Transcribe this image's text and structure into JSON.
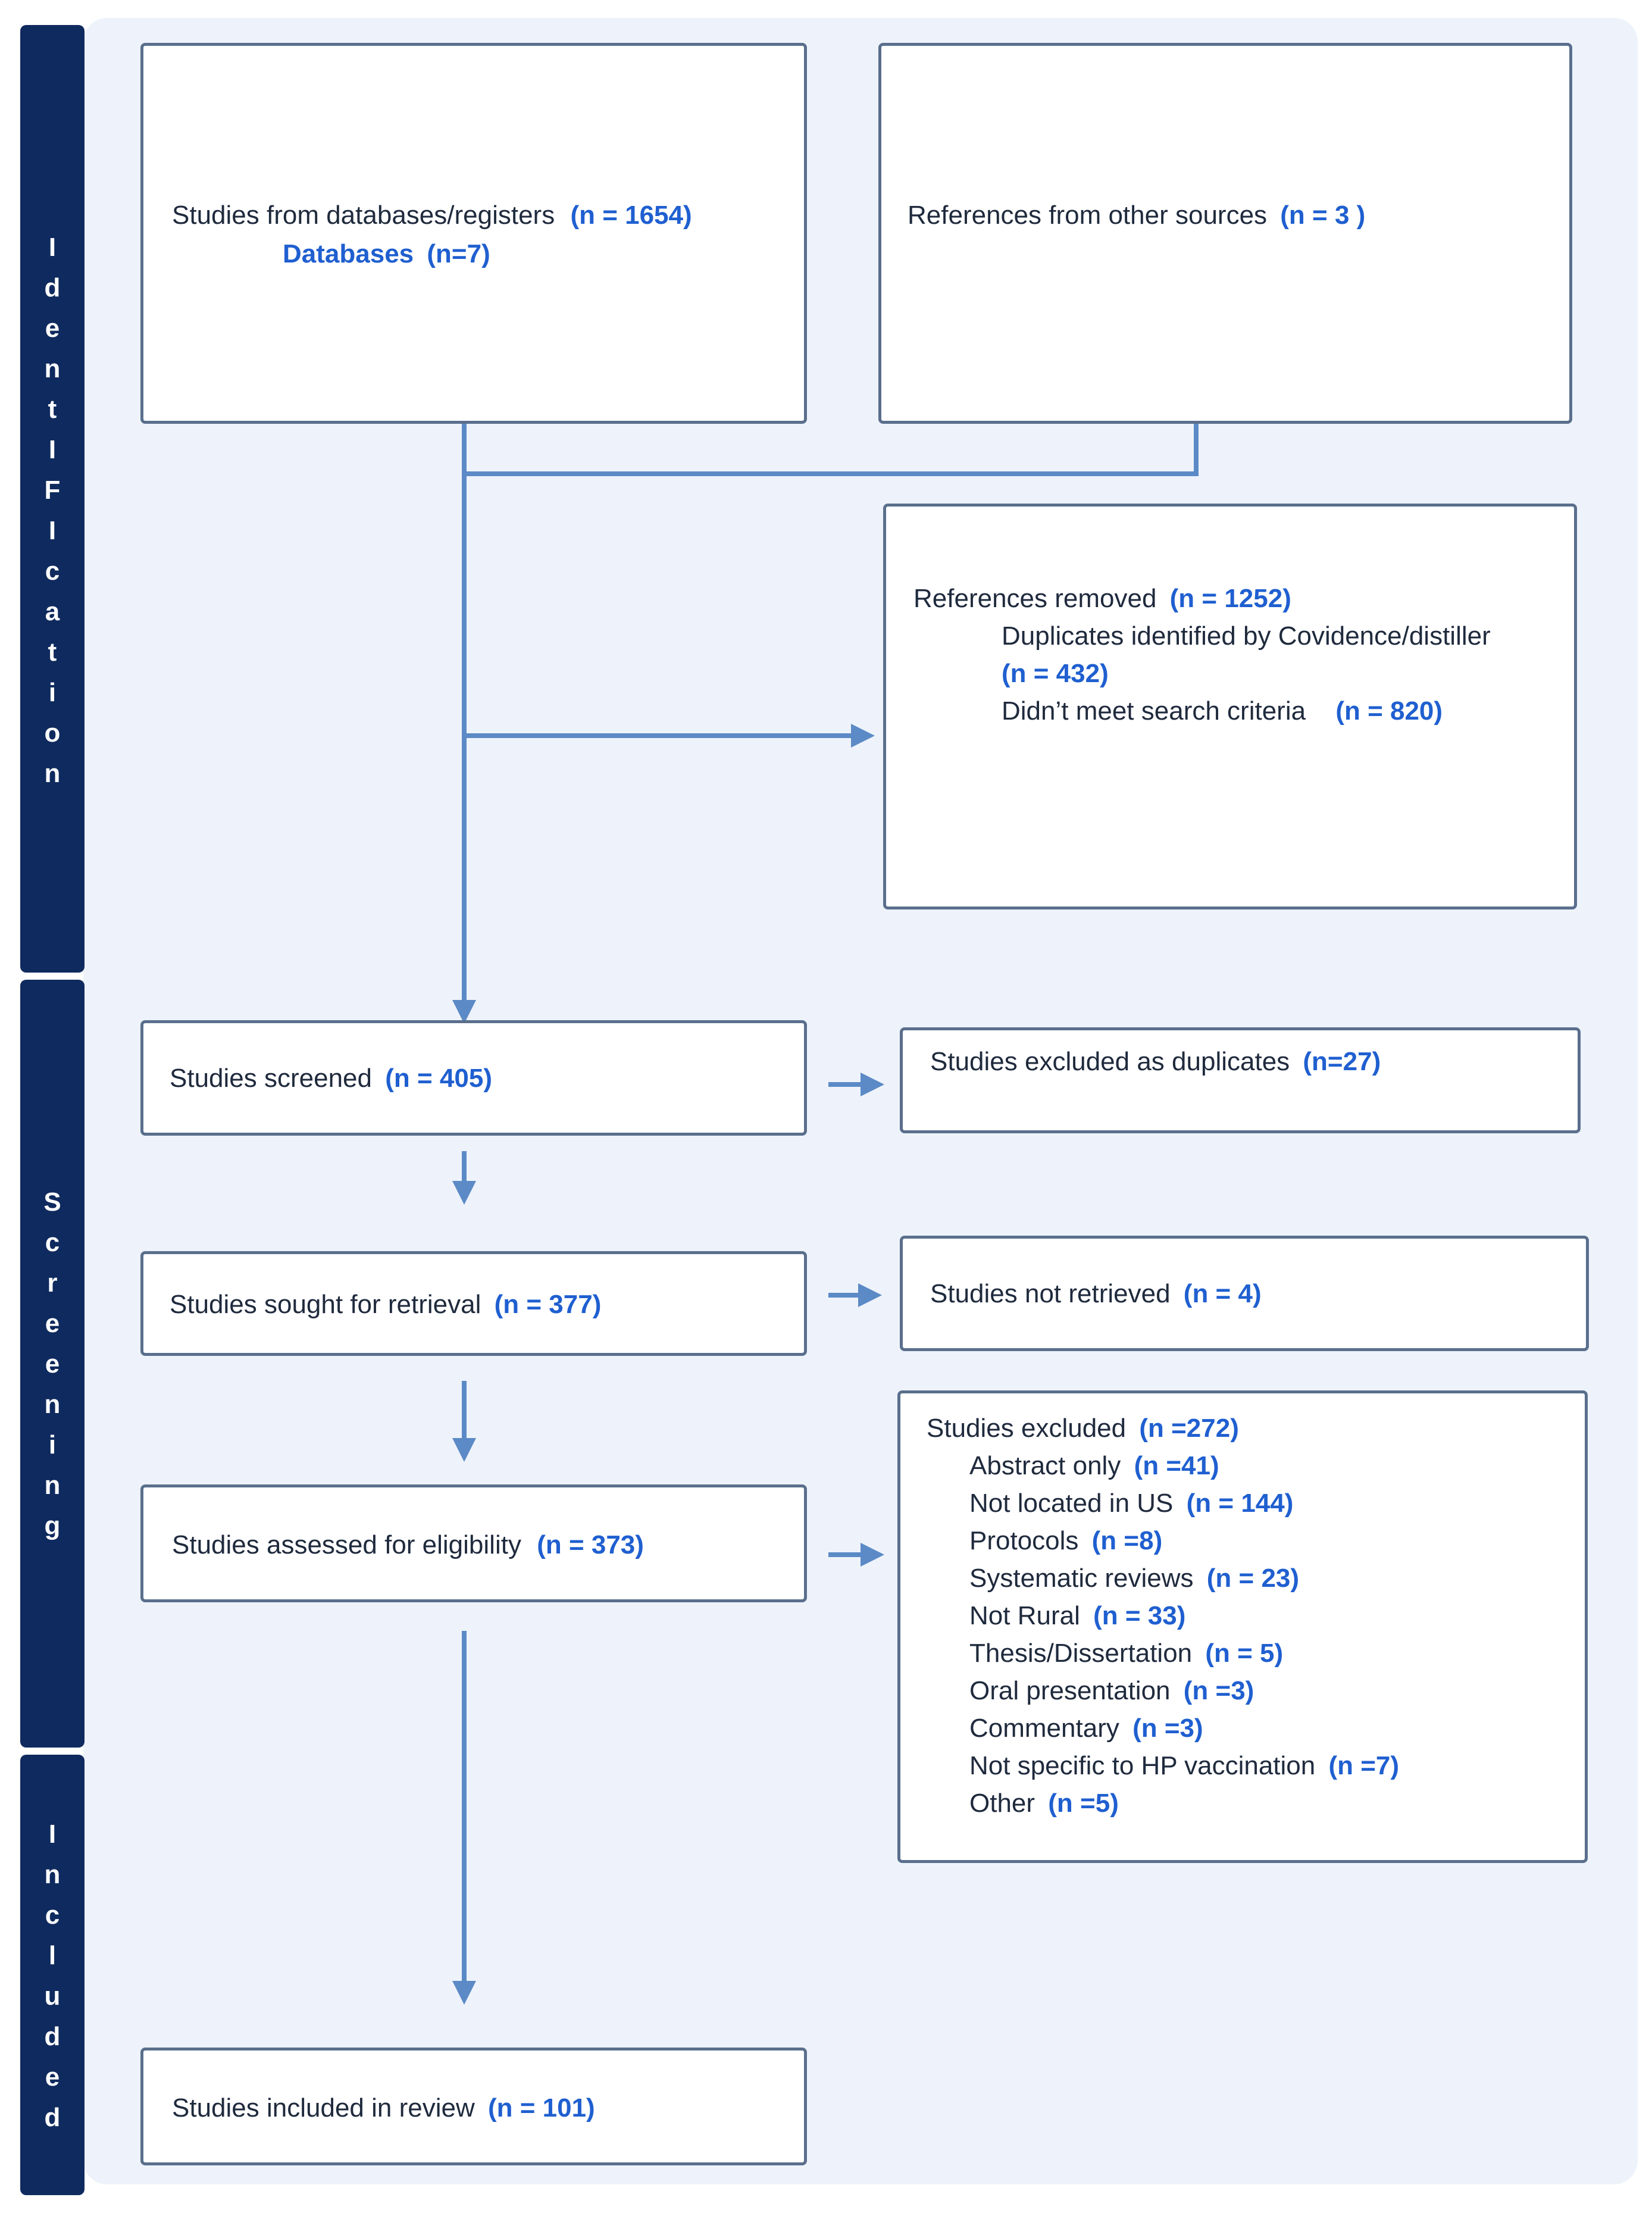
{
  "colors": {
    "phase_bar": "#0f2a5e",
    "canvas": "#eef3fb",
    "box_border": "#5a6f8c",
    "text": "#1f2a3d",
    "count": "#1f5fd0",
    "arrow": "#5b8ac6"
  },
  "phases": {
    "identification": [
      "I",
      "d",
      "e",
      "n",
      "t",
      "I",
      "F",
      "I",
      "c",
      "a",
      "t",
      "i",
      "o",
      "n"
    ],
    "screening": [
      "S",
      "c",
      "r",
      "e",
      "e",
      "n",
      "i",
      "n",
      "g"
    ],
    "included": [
      "I",
      "n",
      "c",
      "l",
      "u",
      "d",
      "e",
      "d"
    ]
  },
  "databases_box": {
    "label": "Studies from databases/registers",
    "count": "(n = 1654)",
    "sub_label": "Databases",
    "sub_count": "(n=7)"
  },
  "other_sources_box": {
    "label": "References from other sources",
    "count": "(n = 3 )"
  },
  "removed_box": {
    "label": "References removed",
    "count": "(n = 1252)",
    "duplicates_label": "Duplicates identified by Covidence/distiller",
    "duplicates_count": "(n = 432)",
    "criteria_label": "Didn’t meet search criteria",
    "criteria_count": "(n = 820)"
  },
  "screened_box": {
    "label": "Studies screened",
    "count": "(n = 405)"
  },
  "excluded_duplicates_box": {
    "label": "Studies excluded as duplicates",
    "count": "(n=27)"
  },
  "retrieval_box": {
    "label": "Studies sought for retrieval",
    "count": "(n = 377)"
  },
  "not_retrieved_box": {
    "label": "Studies not retrieved",
    "count": "(n = 4)"
  },
  "eligibility_box": {
    "label": "Studies assessed for eligibility",
    "count": "(n = 373)"
  },
  "excluded_box": {
    "label": "Studies excluded",
    "count": "(n =272)",
    "reasons": [
      {
        "label": "Abstract only",
        "count": "(n =41)"
      },
      {
        "label": "Not located in US",
        "count": "(n = 144)"
      },
      {
        "label": "Protocols",
        "count": "(n =8)"
      },
      {
        "label": "Systematic reviews",
        "count": "(n = 23)"
      },
      {
        "label": "Not Rural",
        "count": "(n = 33)"
      },
      {
        "label": "Thesis/Dissertation",
        "count": "(n = 5)"
      },
      {
        "label": "Oral presentation",
        "count": "(n =3)"
      },
      {
        "label": "Commentary",
        "count": "(n =3)"
      },
      {
        "label": "Not specific to HP vaccination",
        "count": "(n =7)"
      },
      {
        "label": "Other",
        "count": "(n =5)"
      }
    ]
  },
  "included_box": {
    "label": "Studies included in review",
    "count": "(n = 101)"
  }
}
